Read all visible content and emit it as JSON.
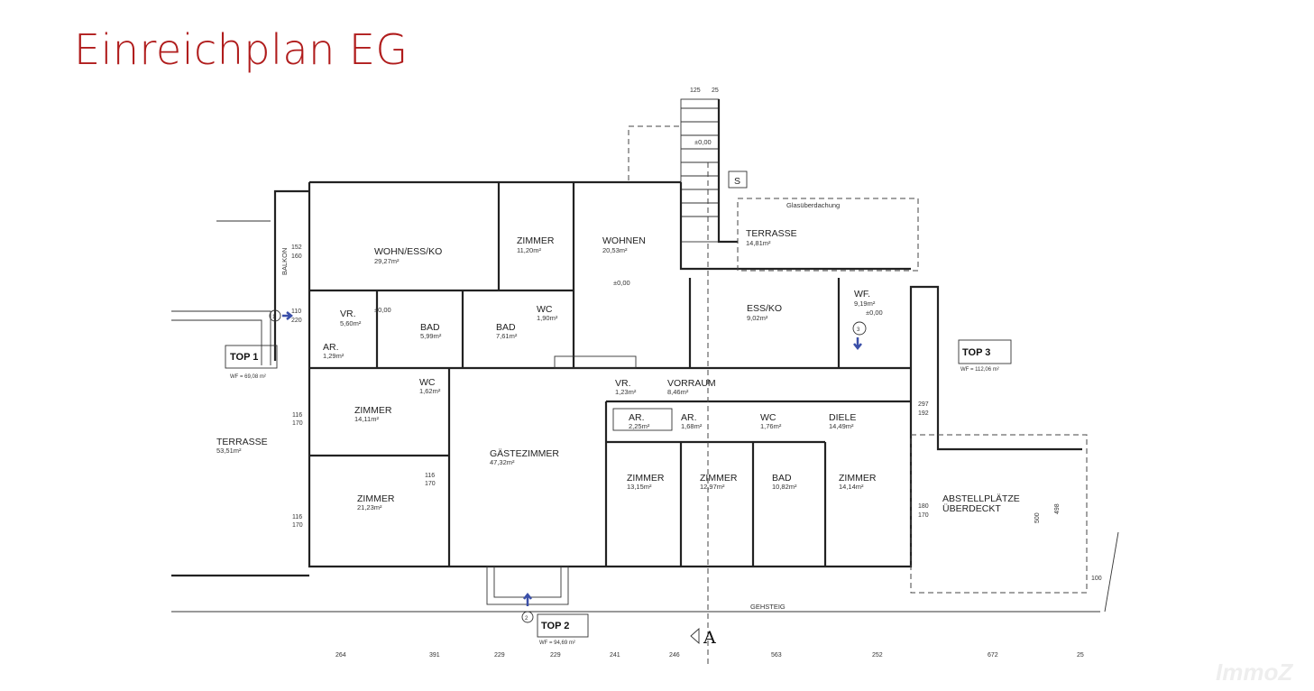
{
  "title": "Einreichplan EG",
  "watermark": "ImmoZ",
  "colors": {
    "title": "#b01c1c",
    "entry_arrow": "#3a4fa8"
  },
  "rooms": {
    "wohnessko": {
      "name": "WOHN/ESS/KO",
      "area": "29,27m²"
    },
    "zimmer1": {
      "name": "ZIMMER",
      "area": "11,20m²"
    },
    "wohnen": {
      "name": "WOHNEN",
      "area": "20,53m²"
    },
    "terrasse_top": {
      "name": "TERRASSE",
      "area": "14,81m²"
    },
    "essko": {
      "name": "ESS/KO",
      "area": "9,02m²"
    },
    "wf": {
      "name": "WF.",
      "area": "9,19m²"
    },
    "vr1": {
      "name": "VR.",
      "area": "5,60m²"
    },
    "ar1": {
      "name": "AR.",
      "area": "1,29m²"
    },
    "bad1": {
      "name": "BAD",
      "area": "5,99m²"
    },
    "bad2": {
      "name": "BAD",
      "area": "7,61m²"
    },
    "wc1": {
      "name": "WC",
      "area": "1,90m²"
    },
    "wc2": {
      "name": "WC",
      "area": "1,62m²"
    },
    "zimmer2": {
      "name": "ZIMMER",
      "area": "14,11m²"
    },
    "terrasse_left": {
      "name": "TERRASSE",
      "area": "53,51m²"
    },
    "zimmer3": {
      "name": "ZIMMER",
      "area": "21,23m²"
    },
    "gaestezimmer": {
      "name": "GÄSTEZIMMER",
      "area": "47,32m²"
    },
    "vr2": {
      "name": "VR.",
      "area": "1,23m²"
    },
    "vorraum": {
      "name": "VORRAUM",
      "area": "8,46m²"
    },
    "ar2": {
      "name": "AR.",
      "area": "2,25m²"
    },
    "ar3": {
      "name": "AR.",
      "area": "1,68m²"
    },
    "wc3": {
      "name": "WC",
      "area": "1,76m²"
    },
    "diele": {
      "name": "DIELE",
      "area": "14,49m²"
    },
    "zimmer4": {
      "name": "ZIMMER",
      "area": "13,15m²"
    },
    "zimmer5": {
      "name": "ZIMMER",
      "area": "12,97m²"
    },
    "bad3": {
      "name": "BAD",
      "area": "10,82m²"
    },
    "zimmer6": {
      "name": "ZIMMER",
      "area": "14,14m²"
    }
  },
  "labels": {
    "balkon": "BALKON",
    "abstell1": "ABSTELLPLÄTZE",
    "abstell2": "ÜBERDECKT",
    "gehsteig": "GEHSTEIG",
    "glas": "Glasüberdachung",
    "s": "S",
    "section": "A",
    "level": "±0,00"
  },
  "units": [
    {
      "name": "TOP 1",
      "wf": "WF = 69,08 m²",
      "entry": "1"
    },
    {
      "name": "TOP 2",
      "wf": "WF = 94,69 m²",
      "entry": "2"
    },
    {
      "name": "TOP 3",
      "wf": "WF = 112,06 m²",
      "entry": "3"
    }
  ],
  "bottom_dims": [
    "264",
    "391",
    "229",
    "229",
    "241",
    "246",
    "563",
    "252",
    "672",
    "25"
  ],
  "window_dims": [
    "116",
    "170"
  ],
  "other_dims": [
    "500",
    "498",
    "100",
    "297",
    "192",
    "180",
    "170",
    "152",
    "160",
    "110",
    "220",
    "125",
    "25"
  ]
}
